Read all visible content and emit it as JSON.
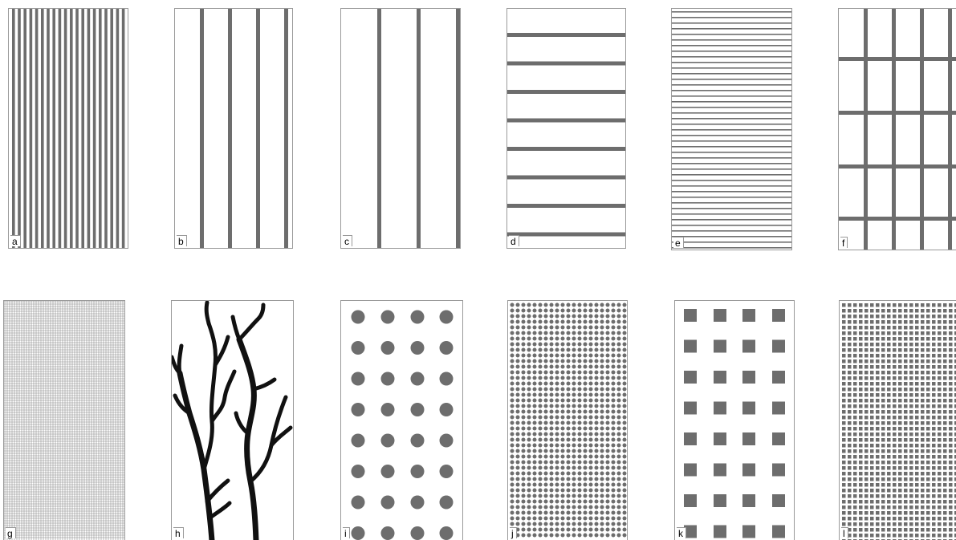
{
  "figure": {
    "panels": [
      {
        "id": "a",
        "label": "a",
        "pattern": "dense vertical stripes"
      },
      {
        "id": "b",
        "label": "b",
        "pattern": "sparse vertical stripes"
      },
      {
        "id": "c",
        "label": "c",
        "pattern": "very sparse vertical stripes"
      },
      {
        "id": "d",
        "label": "d",
        "pattern": "sparse horizontal stripes"
      },
      {
        "id": "e",
        "label": "e",
        "pattern": "dense horizontal lines"
      },
      {
        "id": "f",
        "label": "f",
        "pattern": "grid"
      },
      {
        "id": "g",
        "label": "g",
        "pattern": "fine mesh"
      },
      {
        "id": "h",
        "label": "h",
        "pattern": "branching network"
      },
      {
        "id": "i",
        "label": "i",
        "pattern": "large dots"
      },
      {
        "id": "j",
        "label": "j",
        "pattern": "small dense dots"
      },
      {
        "id": "k",
        "label": "k",
        "pattern": "large squares"
      },
      {
        "id": "l",
        "label": "l",
        "pattern": "small dense squares"
      }
    ],
    "colors": {
      "stripe": "#6d6d6d",
      "branch": "#111111",
      "border": "#9a9a9a",
      "mesh": "#8a8a8a"
    }
  }
}
